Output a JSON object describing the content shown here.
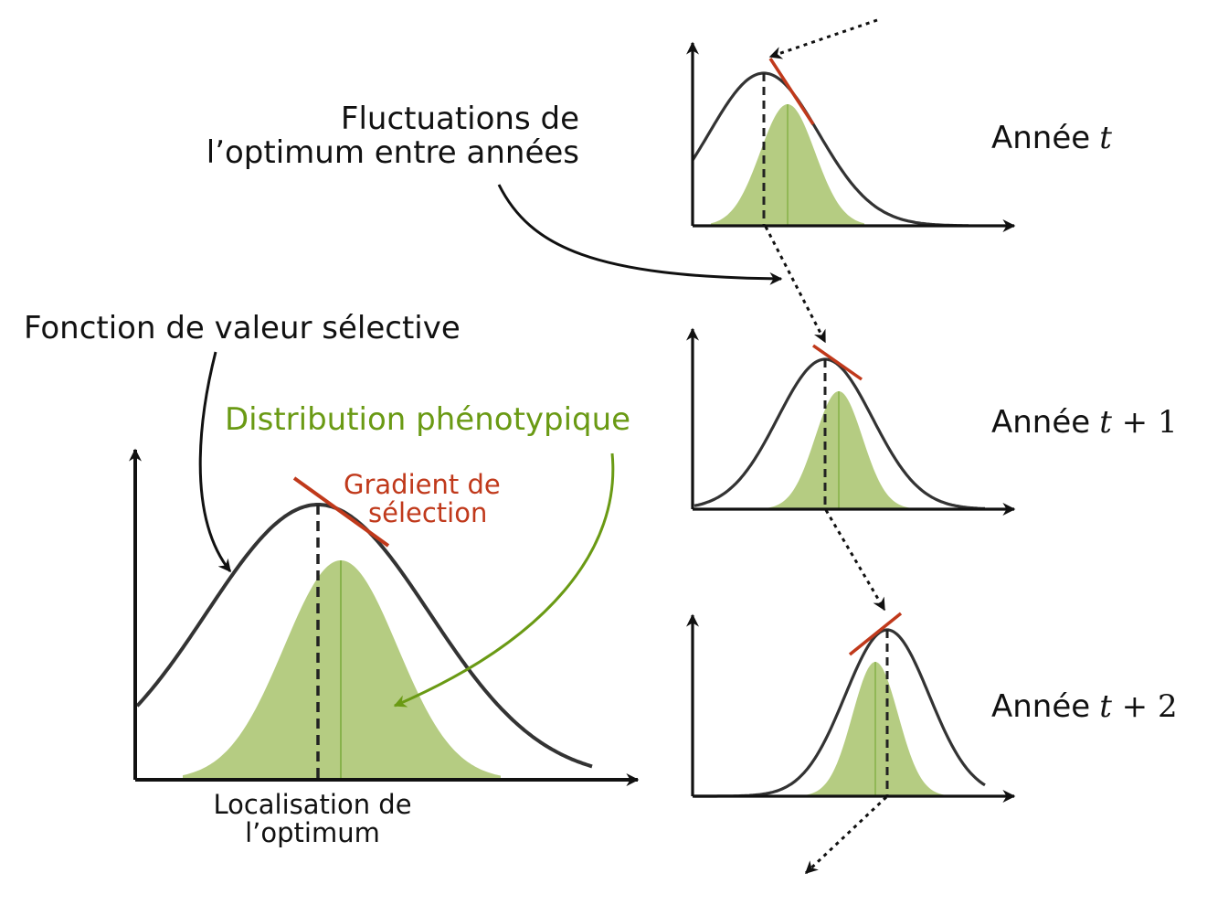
{
  "labels": {
    "fluctuations_line1": "Fluctuations de",
    "fluctuations_line2": "l’optimum entre années",
    "fitness_function": "Fonction de valeur sélective",
    "phenotypic_distribution": "Distribution phénotypique",
    "gradient_line1": "Gradient de",
    "gradient_line2": "sélection",
    "optimum_line1": "Localisation de",
    "optimum_line2": "l’optimum"
  },
  "years": [
    {
      "word": "Année",
      "var": "t",
      "suffix": ""
    },
    {
      "word": "Année",
      "var": "t",
      "suffix": " + 1"
    },
    {
      "word": "Année",
      "var": "t",
      "suffix": " + 2"
    }
  ],
  "colors": {
    "curve": "#333333",
    "distribution_fill": "#b5cc82",
    "distribution_line": "#7aaa3a",
    "gradient": "#c0391b",
    "green_label": "#6a9a14",
    "text": "#111111"
  }
}
